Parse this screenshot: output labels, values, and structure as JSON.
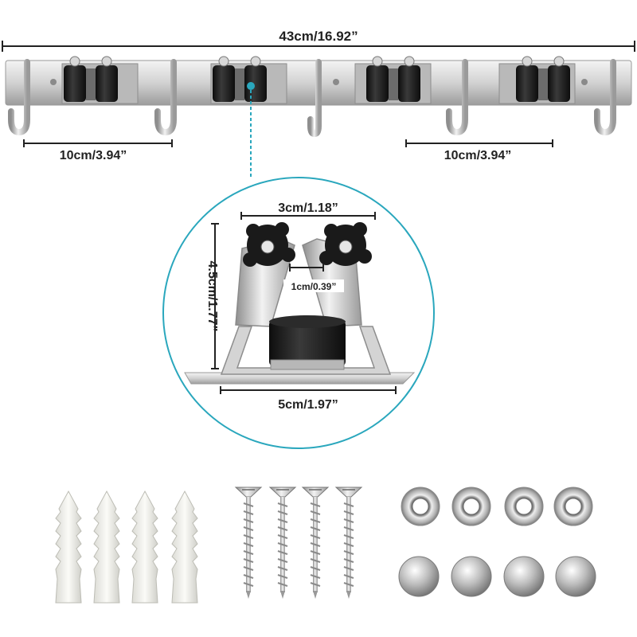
{
  "dimensions": {
    "total_length": "43cm/16.92”",
    "hook_spacing_left": "10cm/3.94”",
    "hook_spacing_right": "10cm/3.94”",
    "gripper_width": "3cm/1.18”",
    "gripper_height": "4.5cm/1.77”",
    "roller_gap": "1cm/0.39”",
    "base_width": "5cm/1.97”"
  },
  "colors": {
    "accent": "#2aa7bd",
    "dimension_line": "#222222",
    "steel": "#c9c9c9",
    "rubber": "#1c1c1c"
  },
  "parts": {
    "rack": {
      "grippers": 4,
      "hooks": 5
    },
    "wall_anchors": {
      "count": 4
    },
    "screws": {
      "count": 4
    },
    "washers": {
      "count": 4
    },
    "screw_caps": {
      "count": 4
    }
  }
}
